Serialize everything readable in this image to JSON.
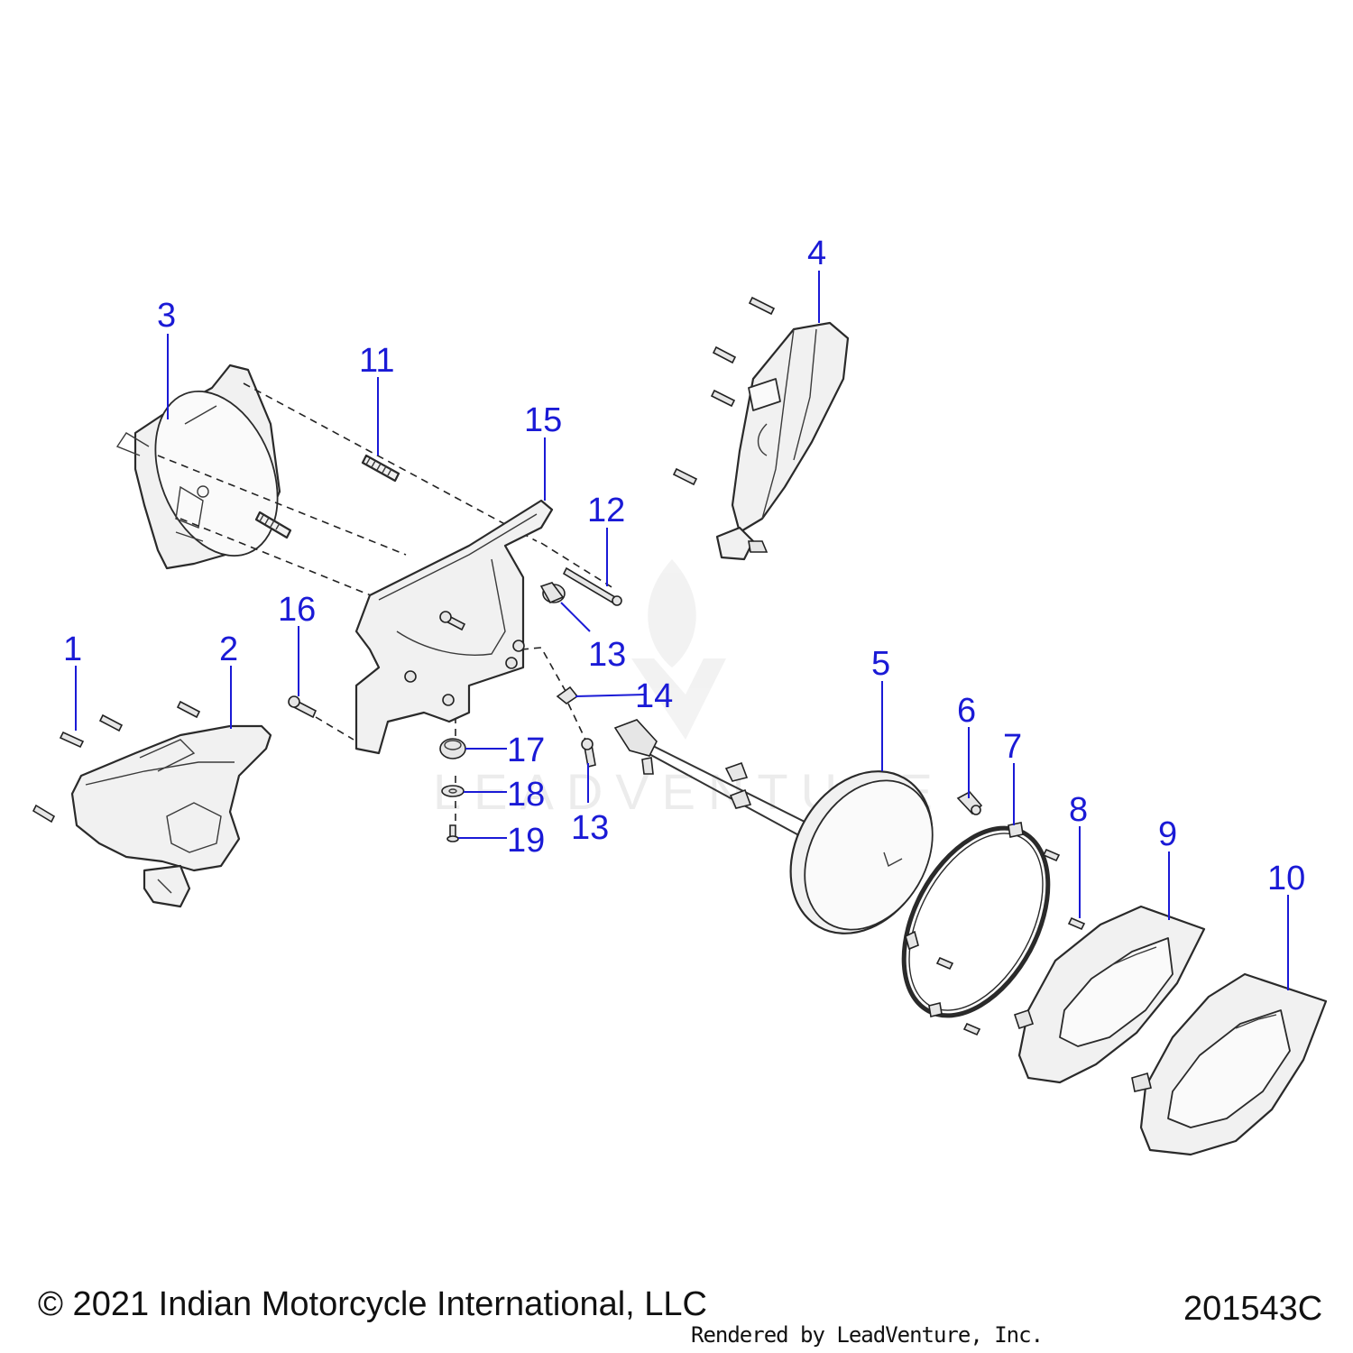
{
  "diagram": {
    "callouts": [
      "1",
      "2",
      "3",
      "4",
      "5",
      "6",
      "7",
      "8",
      "9",
      "10",
      "11",
      "12",
      "13",
      "13",
      "14",
      "15",
      "16",
      "17",
      "18",
      "19"
    ]
  },
  "footer": {
    "copyright": "© 2021 Indian Motorcycle International, LLC",
    "rendered_by": "Rendered by LeadVenture, Inc.",
    "diagram_number": "201543C"
  },
  "watermark": {
    "text": "LEADVENTURE"
  },
  "colors": {
    "callout": "#1a1ad6",
    "line": "#2a2a2a"
  }
}
